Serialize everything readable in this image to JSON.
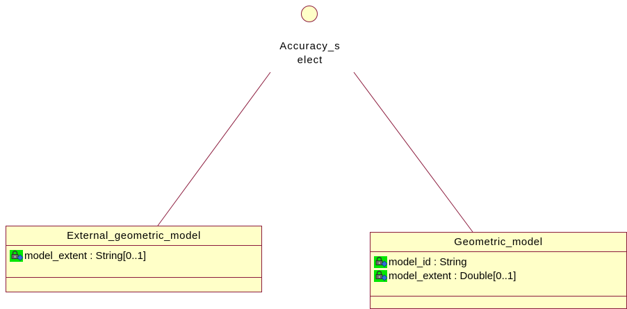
{
  "colors": {
    "line": "#8b1a3c",
    "fill": "#ffffc8",
    "icon_highlight": "#00e600"
  },
  "interface": {
    "label": "Accuracy_s\nelect"
  },
  "classes": [
    {
      "name": "External_geometric_model",
      "attributes": [
        {
          "icon": "private-attribute-lock-icon",
          "text": "model_extent : String[0..1]"
        }
      ],
      "operations": []
    },
    {
      "name": "Geometric_model",
      "attributes": [
        {
          "icon": "private-attribute-lock-icon",
          "text": "model_id : String"
        },
        {
          "icon": "private-attribute-lock-icon",
          "text": "model_extent : Double[0..1]"
        }
      ],
      "operations": []
    }
  ]
}
